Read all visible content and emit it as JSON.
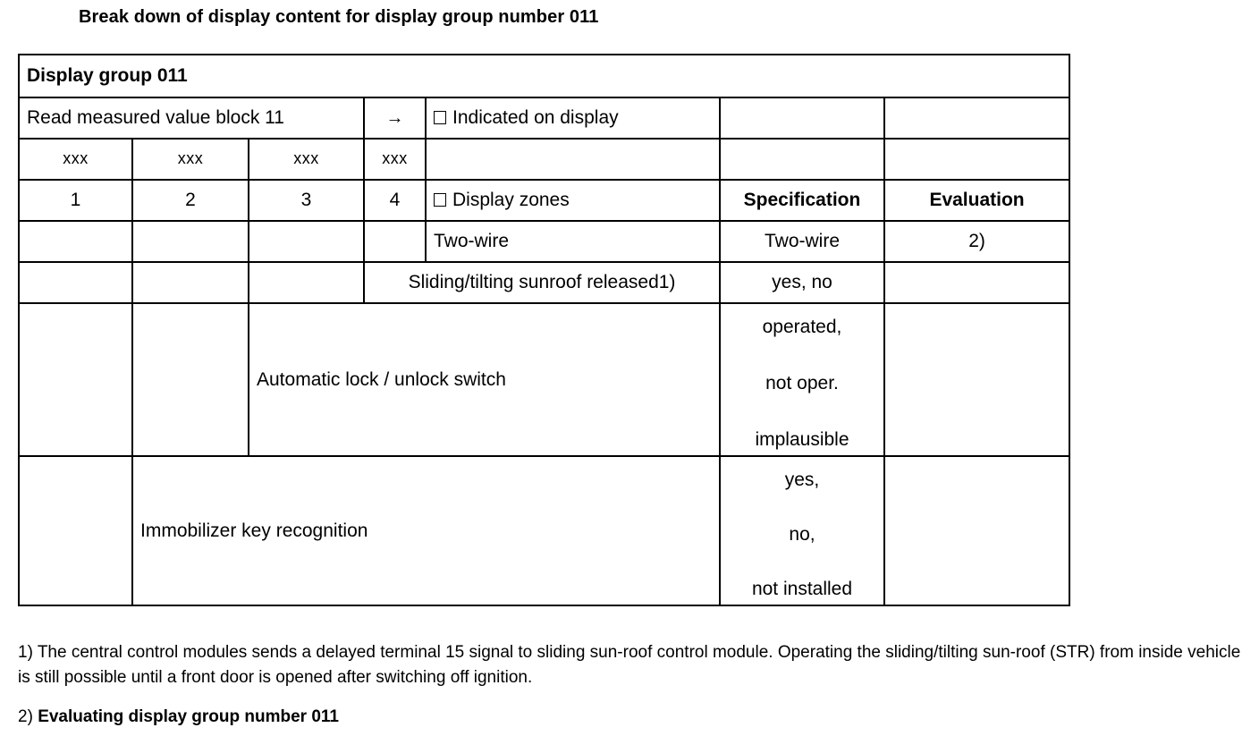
{
  "title": "Break down of display content for display group number 011",
  "table": {
    "group_header": "Display group 011",
    "read_block": "Read measured value block 11",
    "arrow": "→",
    "indicated_on_display": "Indicated on display",
    "channel_placeholders": [
      "xxx",
      "xxx",
      "xxx",
      "xxx"
    ],
    "channel_numbers": [
      "1",
      "2",
      "3",
      "4"
    ],
    "display_zones": "Display zones",
    "col_specification": "Specification",
    "col_evaluation": "Evaluation",
    "rows": [
      {
        "zone": "Two-wire",
        "specification": "Two-wire",
        "evaluation": "2)"
      },
      {
        "zone": "Sliding/tilting sunroof released1)",
        "specification": "yes, no",
        "evaluation": ""
      },
      {
        "zone": "Automatic lock / unlock switch",
        "specification_lines": [
          "operated,",
          "not oper.",
          "implausible"
        ],
        "evaluation": ""
      },
      {
        "zone": "Immobilizer key recognition",
        "specification_lines": [
          "yes,",
          "no,",
          "not installed"
        ],
        "evaluation": ""
      }
    ]
  },
  "footnotes": {
    "one": "1) The central control modules sends a delayed terminal 15 signal to sliding sun-roof control module. Operating the sliding/tilting sun-roof (STR) from inside vehicle is still possible until a front door is opened after switching off ignition.",
    "two_label": "2) ",
    "two_text": "Evaluating display group number 011"
  },
  "colors": {
    "border": "#000000",
    "text": "#000000",
    "background": "#ffffff"
  }
}
